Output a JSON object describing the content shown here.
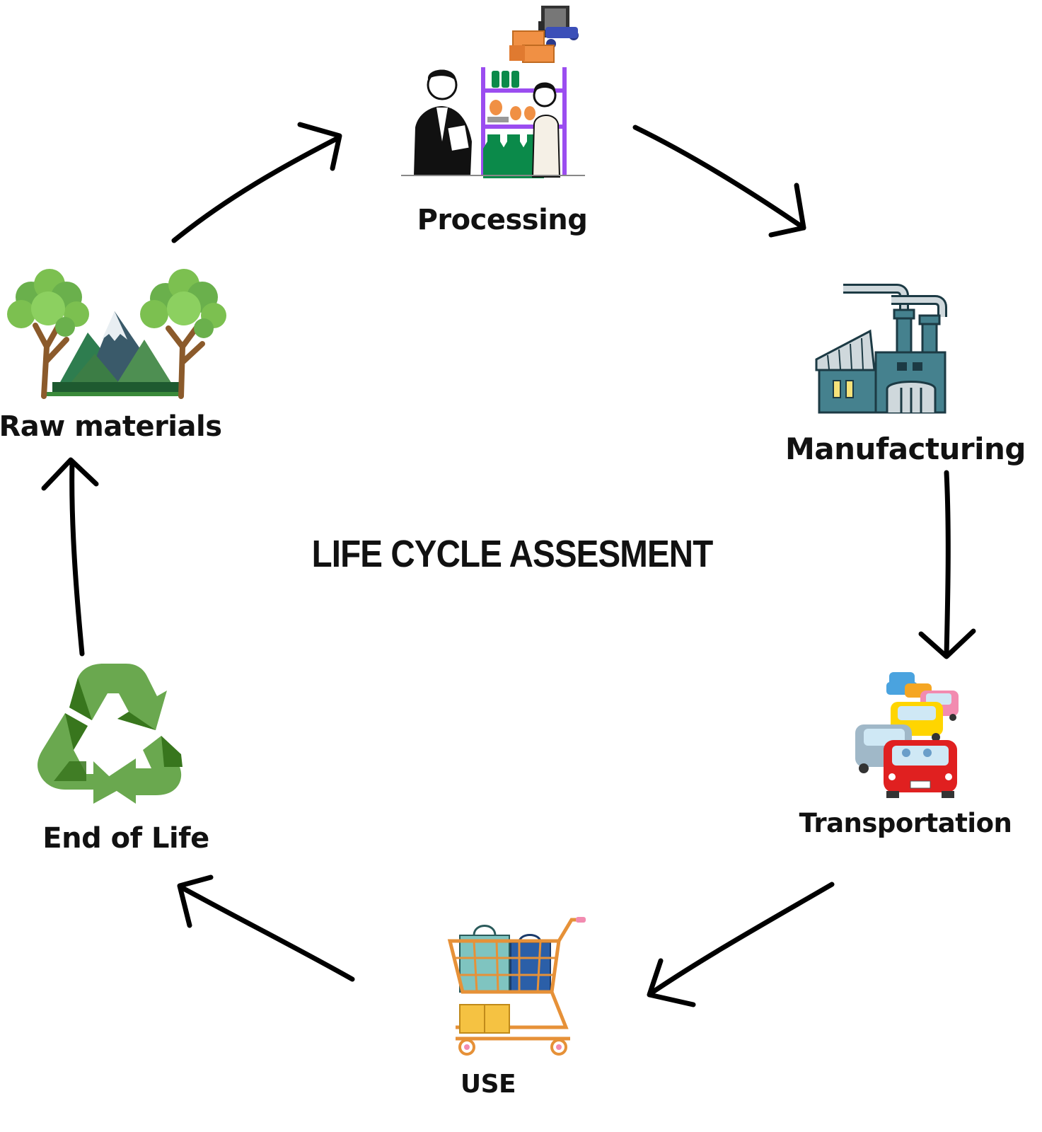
{
  "title": "LIFE CYCLE ASSESMENT",
  "stages": {
    "processing": {
      "label": "Processing",
      "icon": "warehouse-workers-icon"
    },
    "manufacturing": {
      "label": "Manufacturing",
      "icon": "factory-icon"
    },
    "transportation": {
      "label": "Transportation",
      "icon": "cars-traffic-icon"
    },
    "use": {
      "label": "USE",
      "icon": "shopping-cart-icon"
    },
    "end_of_life": {
      "label": "End of Life",
      "icon": "recycle-icon"
    },
    "raw_materials": {
      "label": "Raw materials",
      "icon": "trees-mountains-icon"
    }
  },
  "colors": {
    "recycle_light": "#6aa84f",
    "recycle_dark": "#38761d",
    "factory_teal": "#45818e",
    "factory_dark": "#1c3a44",
    "vase_green": "#0b8a4a",
    "shelf_purple": "#9b4df0",
    "box_orange": "#f09044",
    "tree_green": "#6ab04c",
    "trunk_brown": "#8b5a2b",
    "cart_orange": "#e69138",
    "car_red": "#e02020"
  }
}
